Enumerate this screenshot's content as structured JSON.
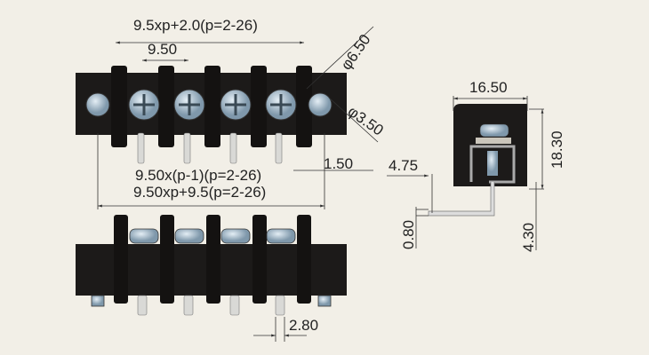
{
  "dimensions": {
    "overall_top": "9.5xp+2.0(p=2-26)",
    "pitch": "9.50",
    "hole_large": "φ6.50",
    "hole_small": "φ3.50",
    "pin_offset": "1.50",
    "pin_span": "9.50x(p-1)(p=2-26)",
    "overall_bottom": "9.50xp+9.5(p=2-26)",
    "side_width": "16.50",
    "side_height": "18.30",
    "side_offset": "4.75",
    "pin_thickness": "0.80",
    "pin_length": "4.30",
    "pin_width": "2.80"
  },
  "colors": {
    "background": "#f2efe7",
    "body": "#1c1a19",
    "screw": "#b9cbd8"
  }
}
